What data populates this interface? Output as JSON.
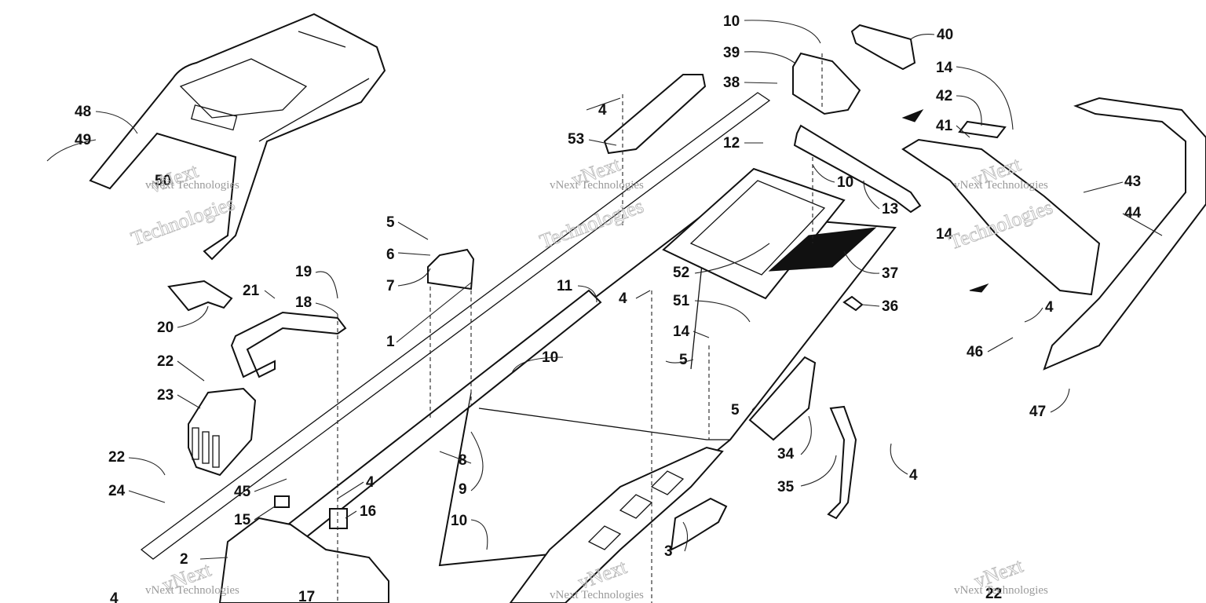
{
  "diagram": {
    "callouts": [
      "1",
      "2",
      "3",
      "4",
      "5",
      "6",
      "7",
      "8",
      "9",
      "10",
      "11",
      "12",
      "13",
      "14",
      "15",
      "16",
      "17",
      "18",
      "19",
      "20",
      "21",
      "22",
      "23",
      "24",
      "34",
      "35",
      "36",
      "37",
      "38",
      "39",
      "40",
      "41",
      "42",
      "43",
      "44",
      "45",
      "46",
      "47",
      "48",
      "49",
      "50",
      "51",
      "52",
      "53"
    ],
    "watermark_big": [
      "vNext",
      "Technologies"
    ],
    "watermark_small": "vNext Technologies"
  },
  "colors": {
    "ink": "#111111",
    "watermark": "#bdbdbd",
    "background": "#ffffff"
  }
}
